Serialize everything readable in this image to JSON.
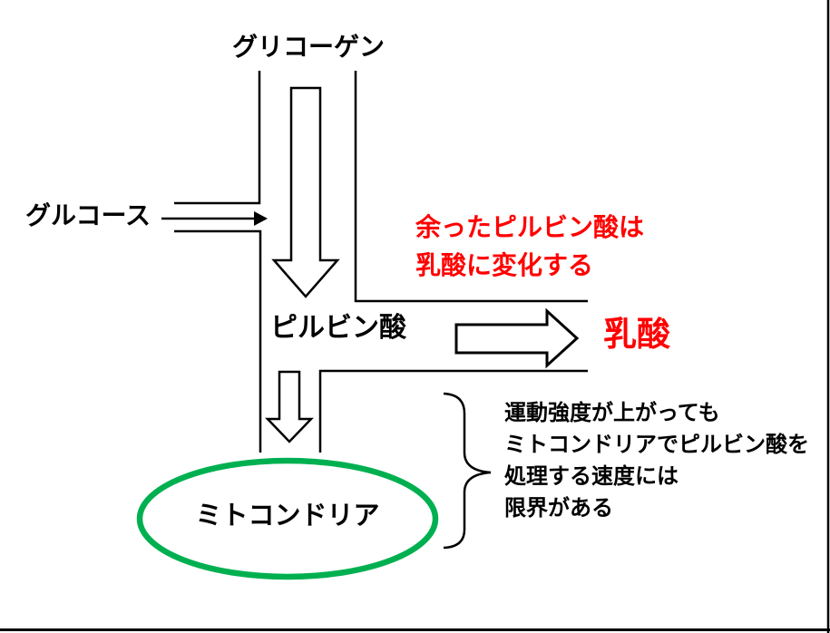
{
  "slide": {
    "background": "#FFFFFF",
    "border_color": "#000000",
    "line_color": "#000000"
  },
  "nodes": {
    "glycogen": {
      "label": "グリコーゲン"
    },
    "glucose": {
      "label": "グルコース"
    },
    "pyruvate": {
      "label": "ピルビン酸"
    },
    "lactate": {
      "label": "乳酸",
      "color": "#FF0000"
    },
    "mitochondria": {
      "label": "ミトコンドリア",
      "outline_color": "#00B050"
    }
  },
  "notes": {
    "excess_pyruvate": {
      "color": "#FF0000",
      "lines": [
        "余ったピルビン酸は",
        "乳酸に変化する"
      ]
    },
    "processing_limit": {
      "color": "#000000",
      "lines": [
        "運動強度が上がっても",
        "ミトコンドリアでピルビン酸を",
        "処理する速度には",
        "限界がある"
      ]
    }
  }
}
